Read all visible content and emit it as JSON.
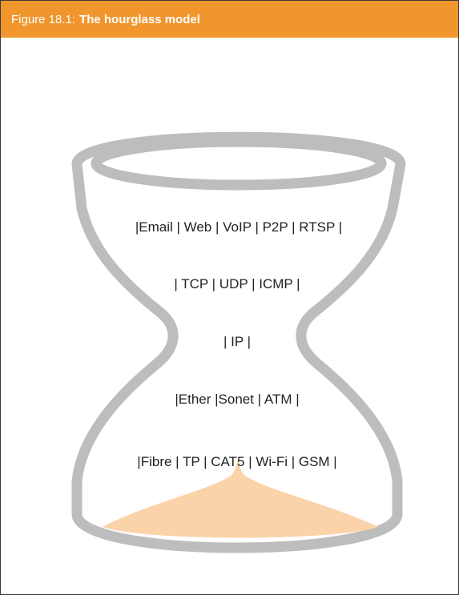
{
  "figure": {
    "label": "Figure 18.1:",
    "title": "The hourglass model"
  },
  "layers": [
    "|Email | Web | VoIP | P2P | RTSP |",
    "| TCP | UDP | ICMP |",
    "| IP |",
    "|Ether |Sonet | ATM |",
    "|Fibre | TP | CAT5 | Wi-Fi | GSM |"
  ],
  "colors": {
    "header": "#f0962d",
    "hourglass_outline": "#bdbdbd",
    "sand": "#fbd3aa",
    "text": "#222222"
  }
}
